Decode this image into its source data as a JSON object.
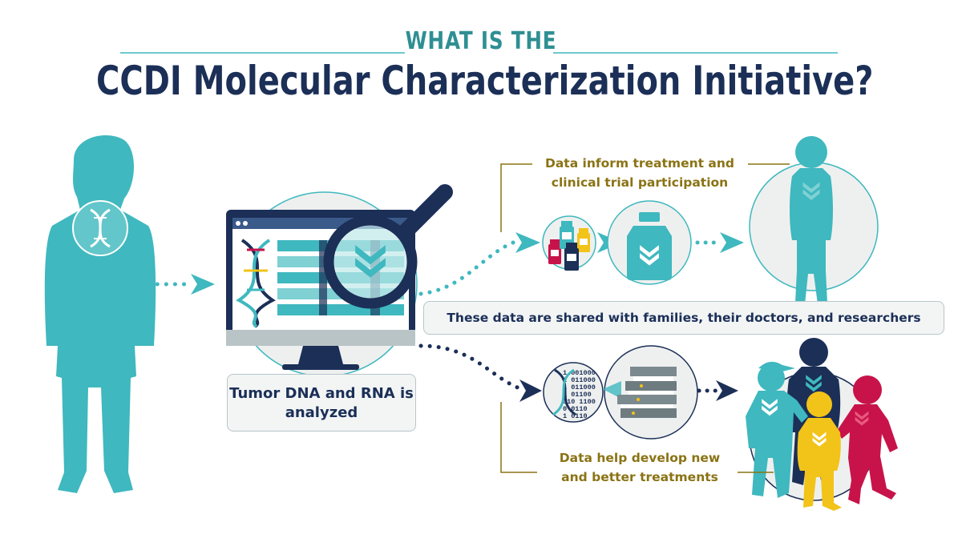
{
  "header": {
    "kicker": "WHAT IS THE",
    "title": "CCDI Molecular Characterization Initiative?"
  },
  "steps": {
    "analysis_label": "Tumor DNA and RNA is analyzed",
    "treatment_label": "Data inform treatment and clinical trial participation",
    "sharing_label": "These data are shared with families, their doctors, and researchers",
    "research_label": "Data help develop new and better treatments"
  },
  "binary_text": [
    "1 001000",
    "1 011000",
    "1 011000",
    "1 01100",
    "010 1100",
    "0 0110",
    "1 0110"
  ],
  "colors": {
    "teal": "#3fb8bf",
    "light_teal": "#7fd1d4",
    "navy": "#1b2f57",
    "gold": "#8a7314",
    "yellow": "#f2c318",
    "crimson": "#c8134a",
    "circle_fill": "#eef0ef"
  },
  "icons": [
    "patient-silhouette-icon",
    "dna-icon",
    "monitor-icon",
    "magnifier-icon",
    "medicine-bottles-icon",
    "bottle-icon",
    "child-icon",
    "server-stack-icon",
    "children-group-icon",
    "arrow-icon"
  ]
}
